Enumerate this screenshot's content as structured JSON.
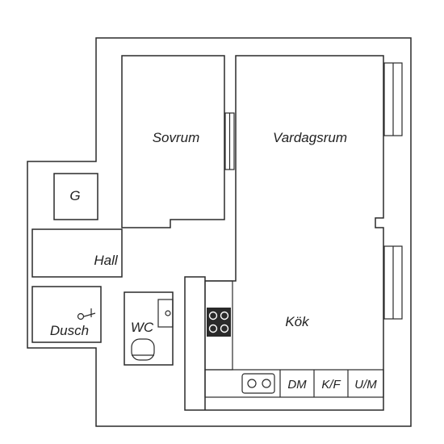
{
  "colors": {
    "wall_fill": "#ffffff",
    "wall_stroke": "#2a2a2a",
    "stove": "#2a2a2a",
    "window_fill": "#ffffff"
  },
  "rooms": {
    "sovrum": "Sovrum",
    "vardagsrum": "Vardagsrum",
    "g": "G",
    "hall": "Hall",
    "dusch": "Dusch",
    "wc": "WC",
    "kok": "Kök"
  },
  "kitchen_units": {
    "dm": "DM",
    "kf": "K/F",
    "um": "U/M"
  }
}
